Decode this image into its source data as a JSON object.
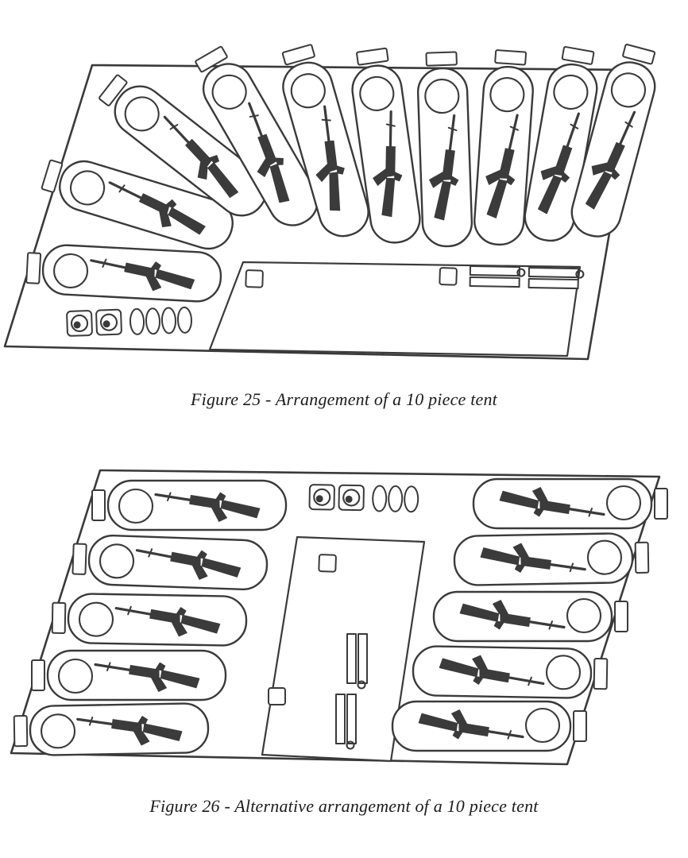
{
  "page": {
    "background_color": "#ffffff",
    "ink_color": "#3a3a3a"
  },
  "figures": [
    {
      "caption": "Figure 25 - Arrangement of a 10 piece tent",
      "sleeping_bag_count": 10,
      "diagram": "Line drawing of a tent floor plan: ten sleeping bags with rifles fanned around the left and top edges, an equipment groundsheet with stoves and folded kit along the bottom, and a rack of cups and bottles at the bottom left."
    },
    {
      "caption": "Figure 26 - Alternative arrangement of a 10 piece tent",
      "sleeping_bag_count": 10,
      "diagram": "Line drawing of a tent floor plan: five sleeping bags with rifles along the left wall and five along the right wall, a central equipment groundsheet with stoves and folded kit, and a rack of cups and bottles at the top centre."
    }
  ]
}
